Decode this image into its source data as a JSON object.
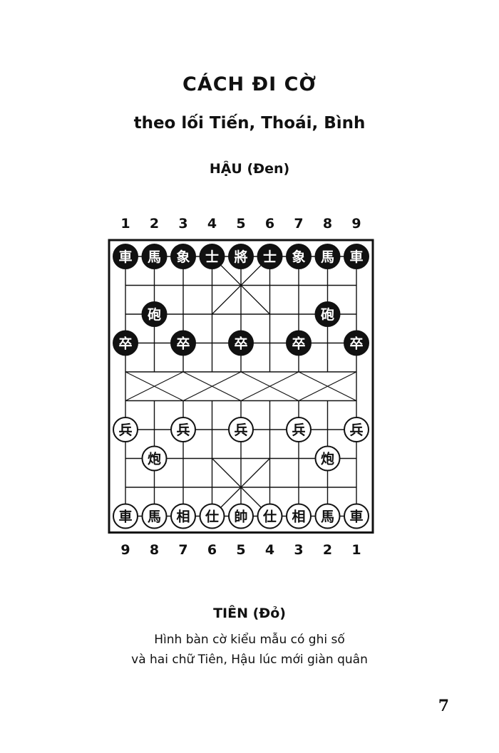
{
  "page": {
    "title": "CÁCH ĐI CỜ",
    "subtitle": "theo lối Tiến, Thoái, Bình",
    "top_side_label": "HẬU (Đen)",
    "bottom_side_label": "TIÊN (Đỏ)",
    "caption_line_1": "Hình bàn cờ kiểu mẫu có ghi số",
    "caption_line_2": "và hai chữ Tiên, Hậu lúc mới giàn quân",
    "page_number": "7"
  },
  "board": {
    "top_file_numbers": [
      "1",
      "2",
      "3",
      "4",
      "5",
      "6",
      "7",
      "8",
      "9"
    ],
    "bottom_file_numbers": [
      "9",
      "8",
      "7",
      "6",
      "5",
      "4",
      "3",
      "2",
      "1"
    ],
    "pieces": [
      {
        "file": 0,
        "rank": 0,
        "char": "車",
        "side": "black",
        "name": "black-chariot-1"
      },
      {
        "file": 1,
        "rank": 0,
        "char": "馬",
        "side": "black",
        "name": "black-horse-1"
      },
      {
        "file": 2,
        "rank": 0,
        "char": "象",
        "side": "black",
        "name": "black-elephant-1"
      },
      {
        "file": 3,
        "rank": 0,
        "char": "士",
        "side": "black",
        "name": "black-advisor-1"
      },
      {
        "file": 4,
        "rank": 0,
        "char": "將",
        "side": "black",
        "name": "black-general"
      },
      {
        "file": 5,
        "rank": 0,
        "char": "士",
        "side": "black",
        "name": "black-advisor-2"
      },
      {
        "file": 6,
        "rank": 0,
        "char": "象",
        "side": "black",
        "name": "black-elephant-2"
      },
      {
        "file": 7,
        "rank": 0,
        "char": "馬",
        "side": "black",
        "name": "black-horse-2"
      },
      {
        "file": 8,
        "rank": 0,
        "char": "車",
        "side": "black",
        "name": "black-chariot-2"
      },
      {
        "file": 1,
        "rank": 2,
        "char": "砲",
        "side": "black",
        "name": "black-cannon-1"
      },
      {
        "file": 7,
        "rank": 2,
        "char": "砲",
        "side": "black",
        "name": "black-cannon-2"
      },
      {
        "file": 0,
        "rank": 3,
        "char": "卒",
        "side": "black",
        "name": "black-soldier-1"
      },
      {
        "file": 2,
        "rank": 3,
        "char": "卒",
        "side": "black",
        "name": "black-soldier-2"
      },
      {
        "file": 4,
        "rank": 3,
        "char": "卒",
        "side": "black",
        "name": "black-soldier-3"
      },
      {
        "file": 6,
        "rank": 3,
        "char": "卒",
        "side": "black",
        "name": "black-soldier-4"
      },
      {
        "file": 8,
        "rank": 3,
        "char": "卒",
        "side": "black",
        "name": "black-soldier-5"
      },
      {
        "file": 0,
        "rank": 6,
        "char": "兵",
        "side": "red",
        "name": "red-soldier-1"
      },
      {
        "file": 2,
        "rank": 6,
        "char": "兵",
        "side": "red",
        "name": "red-soldier-2"
      },
      {
        "file": 4,
        "rank": 6,
        "char": "兵",
        "side": "red",
        "name": "red-soldier-3"
      },
      {
        "file": 6,
        "rank": 6,
        "char": "兵",
        "side": "red",
        "name": "red-soldier-4"
      },
      {
        "file": 8,
        "rank": 6,
        "char": "兵",
        "side": "red",
        "name": "red-soldier-5"
      },
      {
        "file": 1,
        "rank": 7,
        "char": "炮",
        "side": "red",
        "name": "red-cannon-1"
      },
      {
        "file": 7,
        "rank": 7,
        "char": "炮",
        "side": "red",
        "name": "red-cannon-2"
      },
      {
        "file": 0,
        "rank": 9,
        "char": "車",
        "side": "red",
        "name": "red-chariot-1"
      },
      {
        "file": 1,
        "rank": 9,
        "char": "馬",
        "side": "red",
        "name": "red-horse-1"
      },
      {
        "file": 2,
        "rank": 9,
        "char": "相",
        "side": "red",
        "name": "red-elephant-1"
      },
      {
        "file": 3,
        "rank": 9,
        "char": "仕",
        "side": "red",
        "name": "red-advisor-1"
      },
      {
        "file": 4,
        "rank": 9,
        "char": "帥",
        "side": "red",
        "name": "red-general"
      },
      {
        "file": 5,
        "rank": 9,
        "char": "仕",
        "side": "red",
        "name": "red-advisor-2"
      },
      {
        "file": 6,
        "rank": 9,
        "char": "相",
        "side": "red",
        "name": "red-elephant-2"
      },
      {
        "file": 7,
        "rank": 9,
        "char": "馬",
        "side": "red",
        "name": "red-horse-2"
      },
      {
        "file": 8,
        "rank": 9,
        "char": "車",
        "side": "red",
        "name": "red-chariot-2"
      }
    ]
  },
  "colors": {
    "ink": "#111111",
    "paper": "#ffffff"
  }
}
